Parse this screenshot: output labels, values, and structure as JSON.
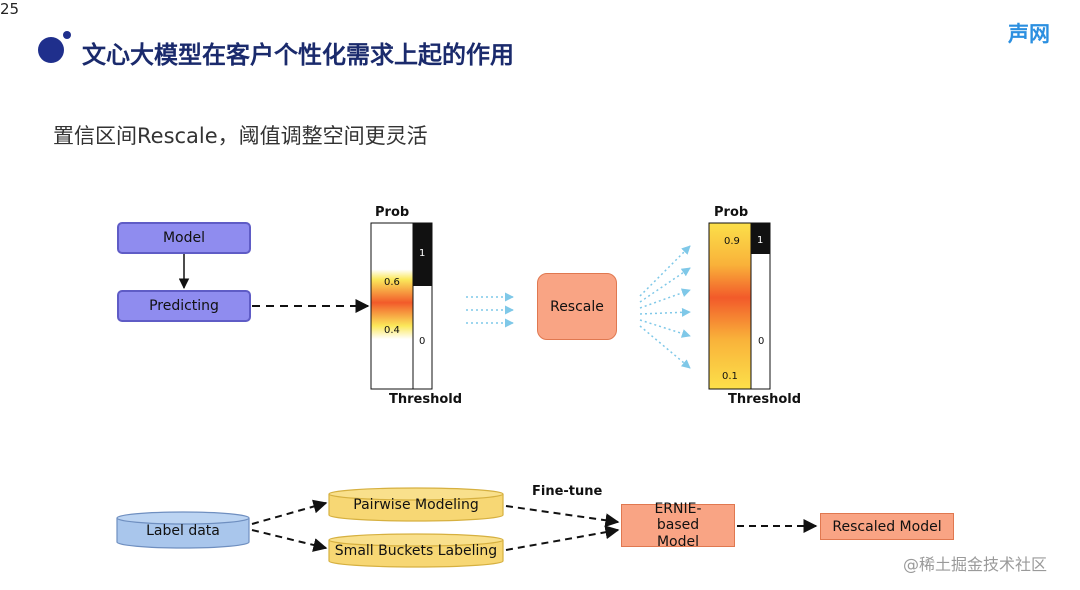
{
  "slide_number": "25",
  "title": "文心大模型在客户个性化需求上起的作用",
  "brand": "声网",
  "subtitle": "置信区间Rescale，阈值调整空间更灵活",
  "top_flow": {
    "model": "Model",
    "predicting": "Predicting",
    "rescale": "Rescale",
    "bar_left": {
      "prob_label": "Prob",
      "threshold_label": "Threshold",
      "high": "0.6",
      "low": "0.4",
      "one": "1",
      "zero": "0"
    },
    "bar_right": {
      "prob_label": "Prob",
      "threshold_label": "Threshold",
      "high": "0.9",
      "low": "0.1",
      "one": "1",
      "zero": "0"
    }
  },
  "bottom_flow": {
    "label_data": "Label data",
    "pairwise": "Pairwise Modeling",
    "buckets": "Small Buckets Labeling",
    "fine_tune": "Fine-tune",
    "ernie": "ERNIE-based Model",
    "rescaled": "Rescaled Model"
  },
  "watermark": "@稀土掘金技术社区",
  "colors": {
    "title": "#1a2a6c",
    "brand": "#2b8fe0",
    "purple": "#8f8cef",
    "orange": "#f9a484",
    "cylinder": "#f7d774",
    "label_cylinder": "#a9c6ec",
    "arrow_blue": "#7fc8e8"
  }
}
